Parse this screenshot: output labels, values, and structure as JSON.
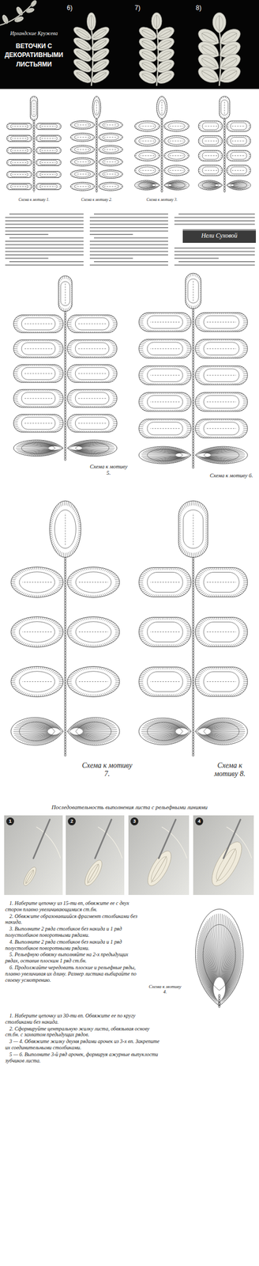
{
  "diagram": {
    "title": "ВЕТОЧКИ С ДЕКОРАТИВНЫМИ ЛИСТЬЯМИ",
    "labels": [
      "Ирландские Кружева",
      "6)",
      "7)",
      "8)",
      "Схема к мотиву 1.",
      "Схема к мотиву 2.",
      "Схема к мотиву 3.",
      "Нели Суховой",
      "Схема к мотиву 5.",
      "Схема к мотиву 6.",
      "Схема к мотиву 7.",
      "Схема к мотиву 8.",
      "Последовательность выполнения листа с рельефными линиями",
      "1",
      "2",
      "3",
      "4",
      "1. Наберите цепочку из 15-ти вп, обвяжите ее с двух сторон плавно увеличивающимися ст.бн.",
      "2. Обвяжите образовавшийся фрагмент столбиками без накида.",
      "3. Выполните 2 ряда столбиков без накида и 1 ряд полустолбиков поворотными рядами.",
      "4. Выполните 2 ряда столбиков без накида и 1 ряд полустолбиков поворотными рядами.",
      "5. Рельефную обвязку выполняйте на 2-х предыдущих рядах, оставив плоским 1 ряд ст.бн.",
      "6. Продолжайте чередовать плоские и рельефные ряды, плавно увеличивая их длину. Размер листика выбирайте по своему усмотрению.",
      "Схема к мотиву 4.",
      "1. Наберите цепочку из 30-ти вп. Обвяжите ее по кругу столбиками без накида.",
      "2. Сформируйте центральную жилку листа, обвязывая основу ст.бн. с захватом предыдущих рядов.",
      "3 — 4. Обвяжите жилку двумя рядами арочек из 3-х вп. Закрепите их соединительными столбиками.",
      "5 — 6. Выполните 3-й ряд арочек, формируя ажурные выпуклости зубчиков листа."
    ]
  }
}
